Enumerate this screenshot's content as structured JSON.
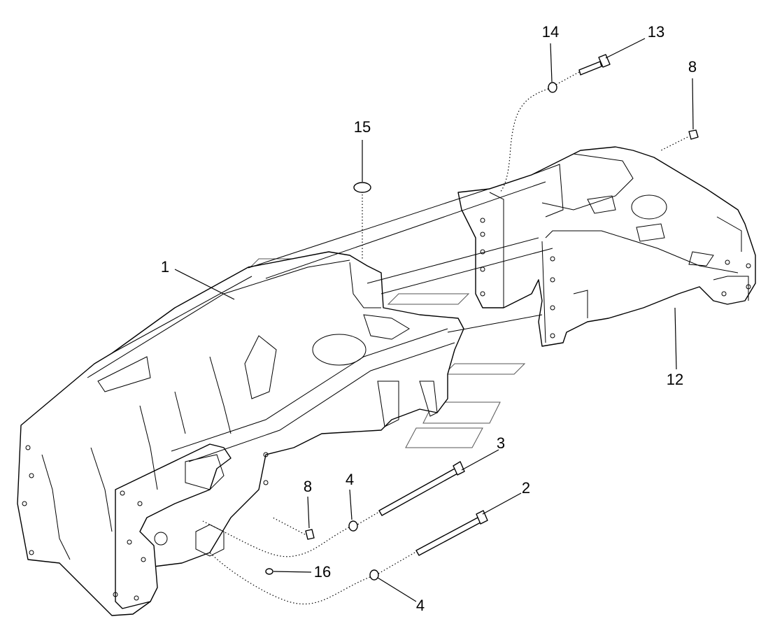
{
  "diagram": {
    "callouts": [
      {
        "id": "c1",
        "label": "1"
      },
      {
        "id": "c2",
        "label": "2"
      },
      {
        "id": "c3",
        "label": "3"
      },
      {
        "id": "c4a",
        "label": "4"
      },
      {
        "id": "c4b",
        "label": "4"
      },
      {
        "id": "c8a",
        "label": "8"
      },
      {
        "id": "c8b",
        "label": "8"
      },
      {
        "id": "c12",
        "label": "12"
      },
      {
        "id": "c13",
        "label": "13"
      },
      {
        "id": "c14",
        "label": "14"
      },
      {
        "id": "c15",
        "label": "15"
      },
      {
        "id": "c16",
        "label": "16"
      }
    ]
  }
}
